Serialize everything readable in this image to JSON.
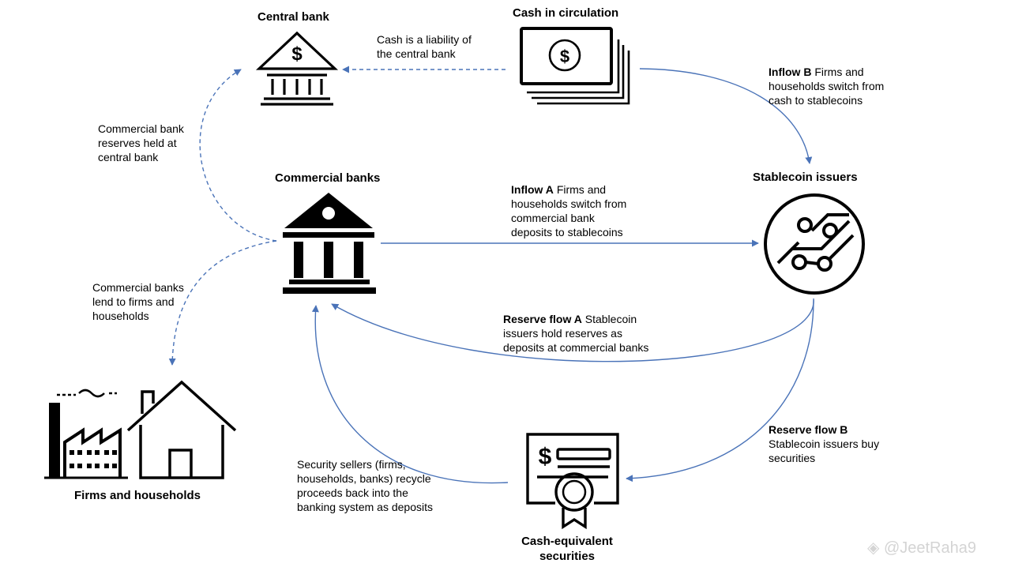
{
  "nodes": {
    "central_bank": "Central bank",
    "cash_in_circulation": "Cash in circulation",
    "commercial_banks": "Commercial banks",
    "stablecoin_issuers": "Stablecoin issuers",
    "firms_and_households": "Firms and households",
    "cash_equivalent_line1": "Cash-equivalent",
    "cash_equivalent_line2": "securities"
  },
  "edges": {
    "cash_liability": [
      "Cash is a liability of",
      "the central bank"
    ],
    "reserves_held": [
      "Commercial bank",
      "reserves held at",
      "central bank"
    ],
    "banks_lend": [
      "Commercial banks",
      "lend to firms and",
      "households"
    ],
    "inflow_a": {
      "title": "Inflow A",
      "lines": [
        "Firms and",
        "households switch from",
        "commercial bank",
        "deposits to stablecoins"
      ]
    },
    "inflow_b": {
      "title": "Inflow B",
      "lines": [
        "Firms and",
        "households switch from",
        "cash to stablecoins"
      ]
    },
    "reserve_flow_a": {
      "title": "Reserve flow A",
      "lines": [
        "Stablecoin",
        "issuers hold reserves as",
        "deposits at commercial banks"
      ]
    },
    "reserve_flow_b": {
      "title": "Reserve flow B",
      "lines": [
        "Stablecoin issuers buy",
        "securities"
      ]
    },
    "security_sellers": [
      "Security sellers (firms,",
      "households, banks) recycle",
      "proceeds back into the",
      "banking system as deposits"
    ]
  },
  "icons": [
    "bank-icon",
    "banknote-stack-icon",
    "classical-bank-icon",
    "circuit-icon",
    "factory-icon",
    "house-icon",
    "certificate-icon"
  ],
  "colors": {
    "arrow": "#4a73b8",
    "icon": "#000000"
  },
  "watermark": "@JeetRaha9"
}
